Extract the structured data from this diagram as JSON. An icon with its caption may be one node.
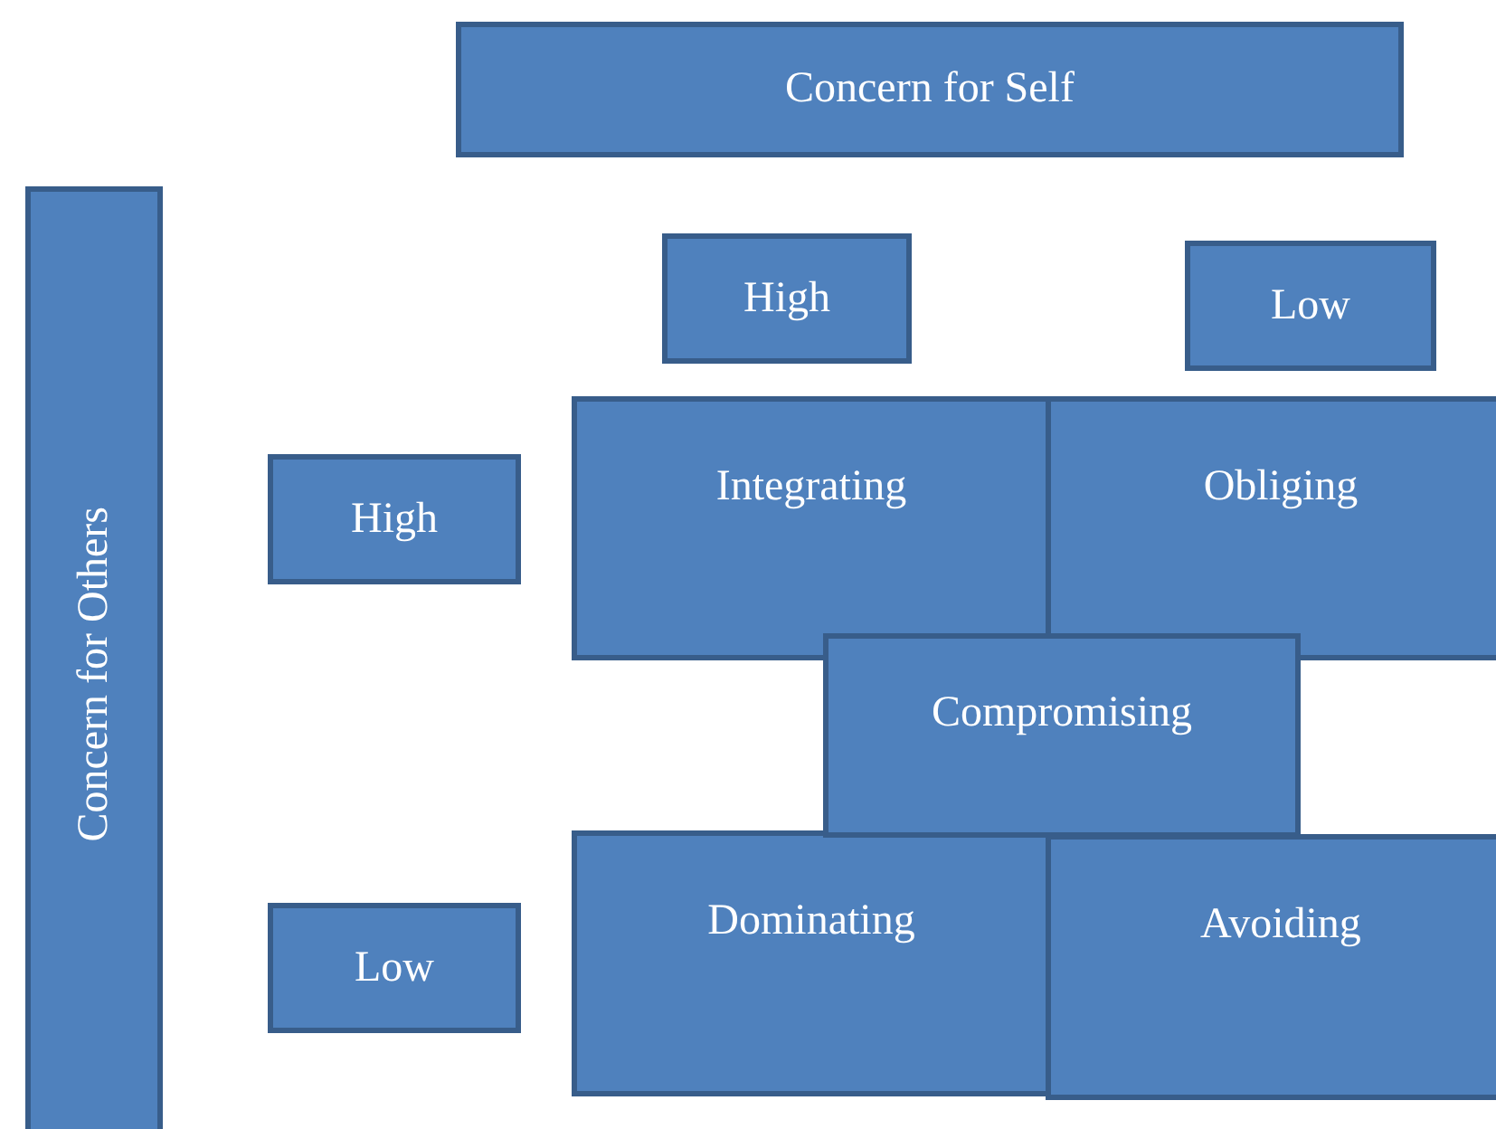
{
  "diagram": {
    "nodes": [
      {
        "text": [
          "Concern for Self"
        ]
      },
      {
        "text": [
          "Concern for Others"
        ]
      },
      {
        "text": [
          "High"
        ]
      },
      {
        "text": [
          "Low"
        ]
      },
      {
        "text": [
          "High"
        ]
      },
      {
        "text": [
          "Integrating"
        ]
      },
      {
        "text": [
          "Obliging"
        ]
      },
      {
        "text": [
          "Compromising"
        ]
      },
      {
        "text": [
          "Dominating"
        ]
      },
      {
        "text": [
          "Avoiding"
        ]
      },
      {
        "text": [
          "Low"
        ]
      }
    ]
  }
}
